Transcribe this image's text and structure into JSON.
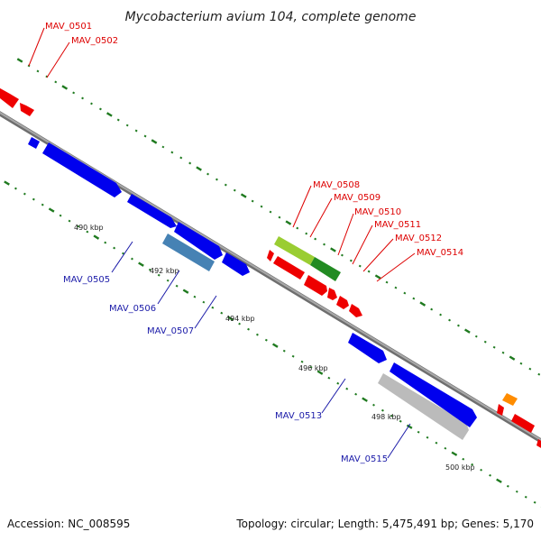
{
  "title": "Mycobacterium avium 104, complete genome",
  "footer": {
    "accession": "Accession: NC_008595",
    "summary": "Topology: circular; Length: 5,475,491 bp; Genes: 5,170"
  },
  "colors": {
    "forward_label": "#dd0000",
    "reverse_label": "#1a1aa8",
    "tick": "#1f7a1f",
    "backbone": "#8c8c8c"
  },
  "scale_labels": [
    "490 kbp",
    "492 kbp",
    "494 kbp",
    "496 kbp",
    "498 kbp",
    "500 kbp"
  ],
  "genes": [
    {
      "name": "MAV_0501",
      "strand": "forward",
      "color": "#ee0000"
    },
    {
      "name": "MAV_0502",
      "strand": "forward",
      "color": "#ee0000"
    },
    {
      "name": "MAV_0505",
      "strand": "reverse",
      "color": "#0000ee"
    },
    {
      "name": "MAV_0506",
      "strand": "reverse",
      "color": "#4682b4"
    },
    {
      "name": "MAV_0507",
      "strand": "reverse",
      "color": "#0000ee"
    },
    {
      "name": "MAV_0508",
      "strand": "forward",
      "color": "#9acd32"
    },
    {
      "name": "MAV_0509",
      "strand": "forward",
      "color": "#228b22"
    },
    {
      "name": "MAV_0510",
      "strand": "forward",
      "color": "#ee0000"
    },
    {
      "name": "MAV_0511",
      "strand": "forward",
      "color": "#ee0000"
    },
    {
      "name": "MAV_0512",
      "strand": "forward",
      "color": "#ee0000"
    },
    {
      "name": "MAV_0513",
      "strand": "reverse",
      "color": "#0000ee"
    },
    {
      "name": "MAV_0514",
      "strand": "forward",
      "color": "#ee0000"
    },
    {
      "name": "MAV_0515",
      "strand": "reverse",
      "color": "#bbbbbb"
    }
  ]
}
